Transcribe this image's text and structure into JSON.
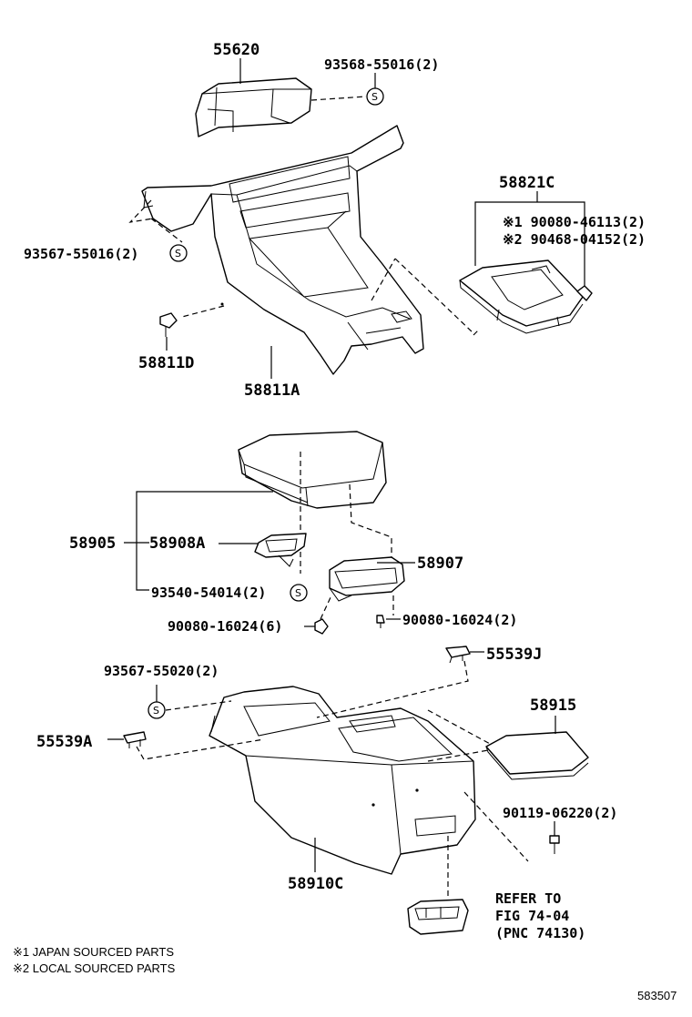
{
  "labels": {
    "p55620": "55620",
    "p93568": "93568-55016(2)",
    "p58821C": "58821C",
    "p90080_46113": "※1 90080-46113(2)",
    "p90468": "※2 90468-04152(2)",
    "p93567_55016": "93567-55016(2)",
    "p58811D": "58811D",
    "p58811A": "58811A",
    "p58905": "58905",
    "p58908A": "58908A",
    "p58907": "58907",
    "p93540": "93540-54014(2)",
    "p90080_16024_6": "90080-16024(6)",
    "p90080_16024_2": "90080-16024(2)",
    "p55539J": "55539J",
    "p93567_55020": "93567-55020(2)",
    "p58915": "58915",
    "p55539A": "55539A",
    "p90119": "90119-06220(2)",
    "p58910C": "58910C"
  },
  "reference": {
    "line1": "REFER TO",
    "line2": "FIG 74-04",
    "line3": "(PNC 74130)"
  },
  "notes": {
    "japan": "※1 JAPAN SOURCED PARTS",
    "local": "※2 LOCAL SOURCED PARTS"
  },
  "symbols": {
    "s": "S"
  },
  "diagram_id": "583507"
}
